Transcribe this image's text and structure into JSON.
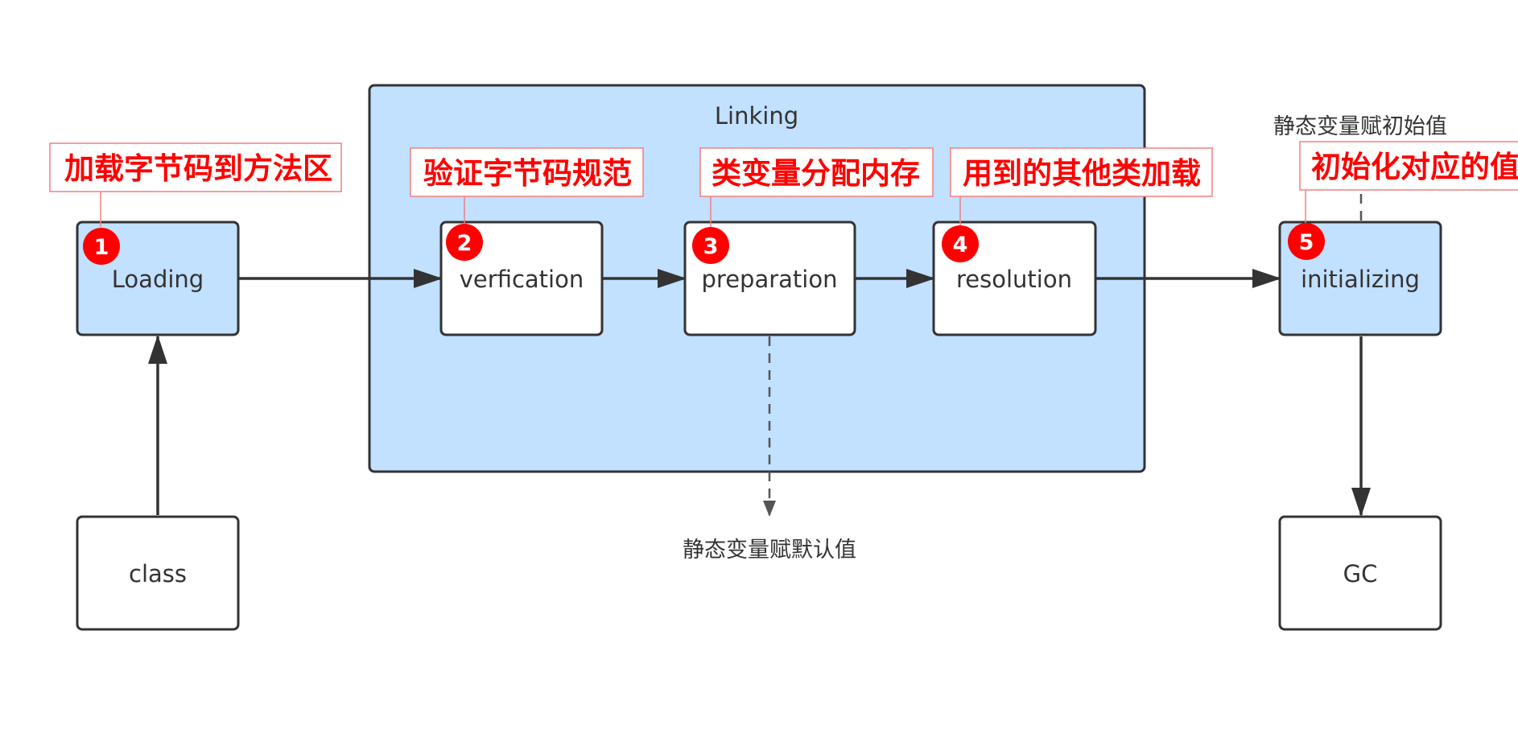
{
  "colors": {
    "node_fill_blue": "#c2e0ff",
    "node_fill_white": "#ffffff",
    "group_fill": "#c2e0ff",
    "stroke": "#333333",
    "annotation_red": "#ff0000",
    "callout_border": "#f08080"
  },
  "group": {
    "label": "Linking"
  },
  "nodes": {
    "loading": "Loading",
    "verification": "verfication",
    "preparation": "preparation",
    "resolution": "resolution",
    "initializing": "initializing",
    "class": "class",
    "gc": "GC"
  },
  "notes": {
    "preparation_default": "静态变量赋默认值",
    "initializing_initial": "静态变量赋初始值"
  },
  "callouts": [
    {
      "badge": "1",
      "text": "加载字节码到方法区"
    },
    {
      "badge": "2",
      "text": "验证字节码规范"
    },
    {
      "badge": "3",
      "text": "类变量分配内存"
    },
    {
      "badge": "4",
      "text": "用到的其他类加载"
    },
    {
      "badge": "5",
      "text": "初始化对应的值"
    }
  ]
}
